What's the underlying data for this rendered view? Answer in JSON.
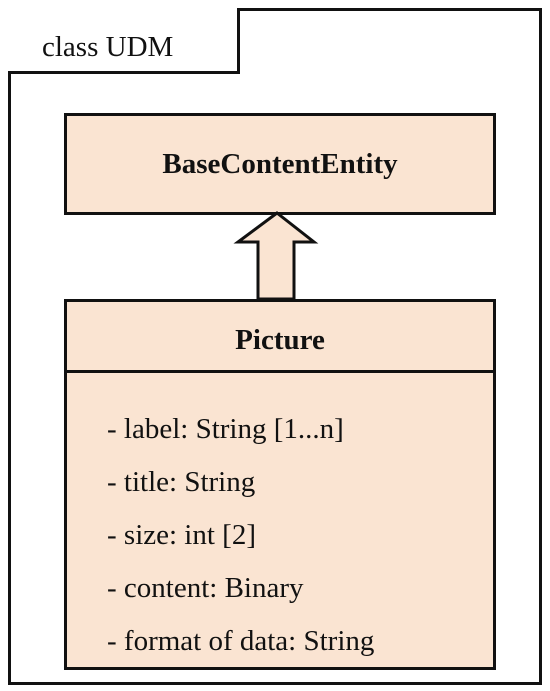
{
  "diagram": {
    "frame": {
      "title": "class UDM"
    },
    "base_class": {
      "name": "BaseContentEntity"
    },
    "picture_class": {
      "name": "Picture",
      "attributes": [
        "- label: String [1...n]",
        "- title: String",
        "- size: int [2]",
        "- content: Binary",
        "- format of data: String"
      ]
    },
    "relationship": {
      "type": "generalization"
    },
    "colors": {
      "class_fill": "#fae4d2",
      "stroke": "#111111"
    }
  }
}
